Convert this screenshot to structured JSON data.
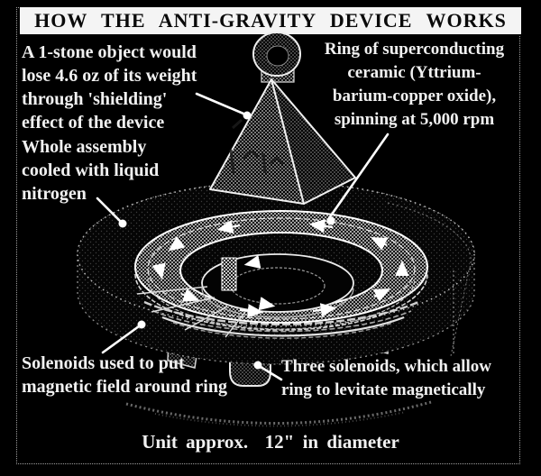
{
  "title": "HOW THE ANTI-GRAVITY DEVICE WORKS",
  "labels": {
    "weight_loss": [
      "A 1-stone object would",
      "lose 4.6 oz of its weight",
      "through 'shielding'",
      "effect of the device"
    ],
    "ring": [
      "Ring of superconducting",
      "ceramic (Yttrium-",
      "barium-copper oxide),",
      "spinning at 5,000 rpm"
    ],
    "cooling": [
      "Whole assembly",
      "cooled with liquid",
      "nitrogen"
    ],
    "solenoids_field": [
      "Solenoids used to put",
      "magnetic field around ring"
    ],
    "solenoids_levitate": [
      "Three solenoids, which allow",
      "ring to levitate magnetically"
    ]
  },
  "caption": "Unit approx.  12\" in diameter",
  "colors": {
    "background": "#000000",
    "annotation_text": "#f1f1f1",
    "title_background": "#f4f4f4",
    "title_text": "#0a0a0a",
    "line_art": "#ffffff"
  }
}
